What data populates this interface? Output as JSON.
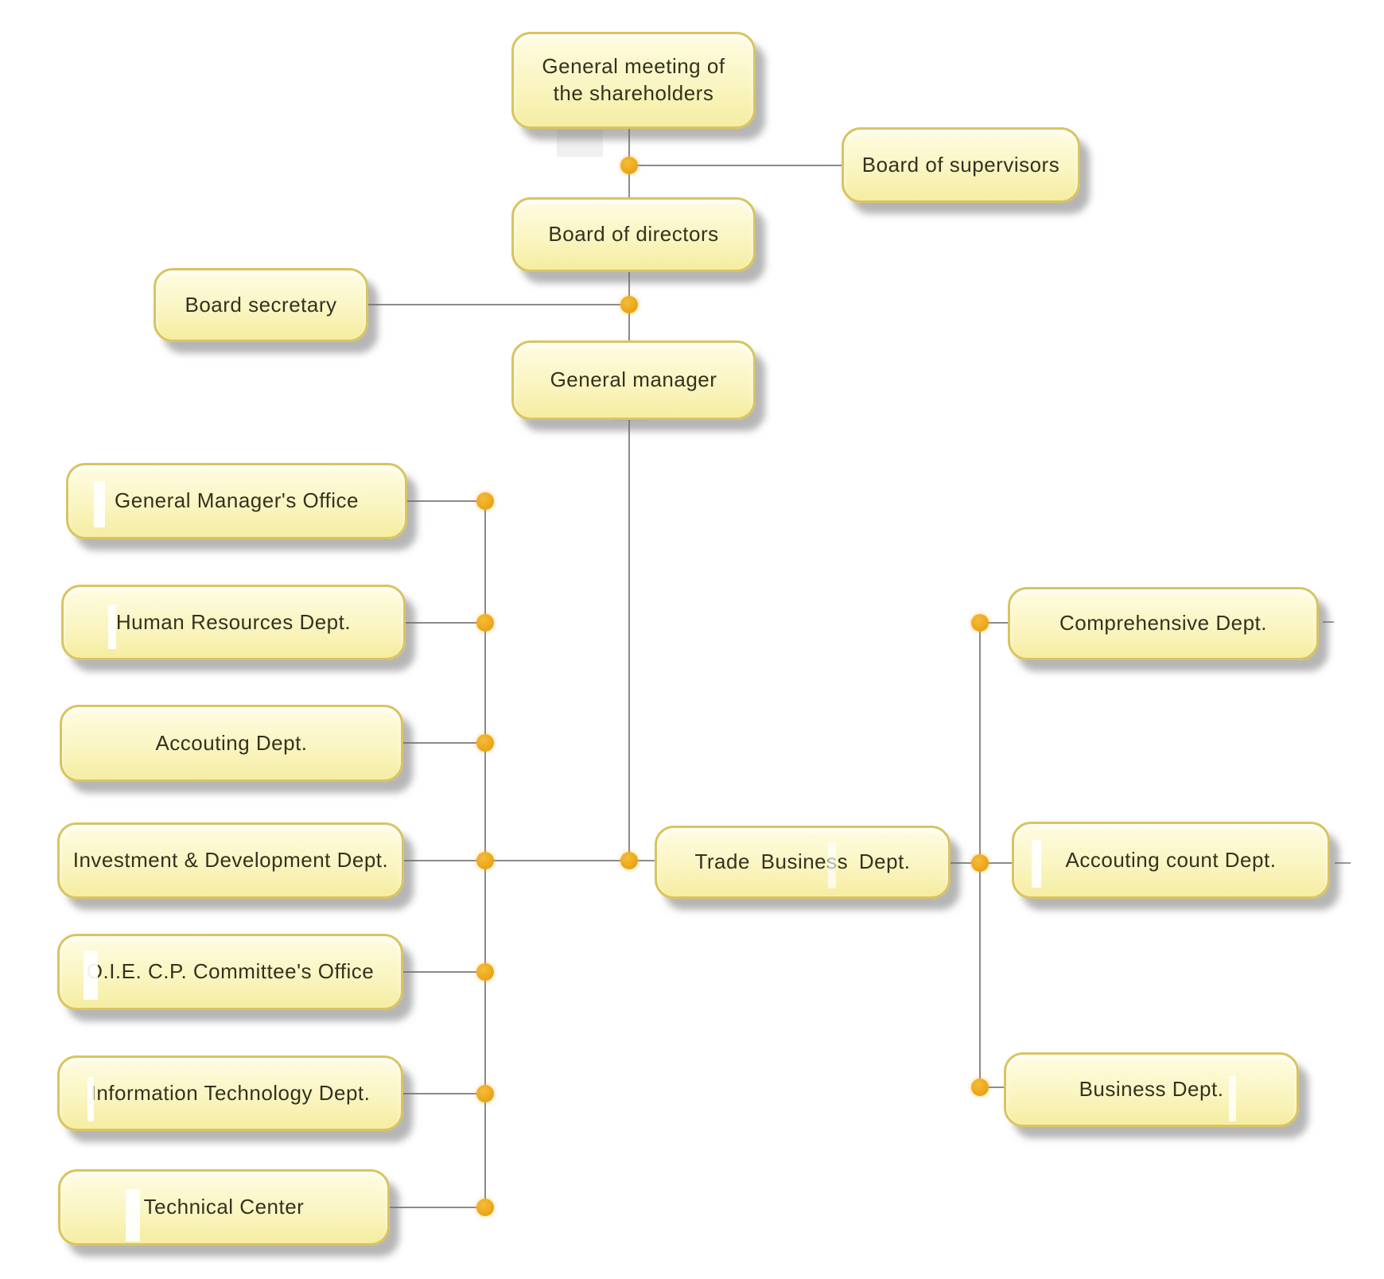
{
  "diagram": {
    "type": "org-chart",
    "title": "",
    "nodes": {
      "meeting": {
        "label": "General meeting of the shareholders"
      },
      "supervisors": {
        "label": "Board of supervisors"
      },
      "directors": {
        "label": "Board of directors"
      },
      "secretary": {
        "label": "Board secretary"
      },
      "manager": {
        "label": "General manager"
      },
      "gm_office": {
        "label": "General Manager's Office"
      },
      "hr": {
        "label": "Human Resources Dept."
      },
      "accounting": {
        "label": "Accouting Dept."
      },
      "investment": {
        "label": "Investment & Development Dept."
      },
      "oie": {
        "label": "O.I.E. C.P. Committee's Office"
      },
      "it": {
        "label": "Information Technology Dept."
      },
      "tech_center": {
        "label": "Technical Center"
      },
      "trade": {
        "label": "Trade Business Dept."
      },
      "comprehensive": {
        "label": "Comprehensive Dept."
      },
      "accounting_count": {
        "label": "Accouting count Dept."
      },
      "business": {
        "label": "Business Dept."
      }
    },
    "edges": [
      {
        "from": "meeting",
        "to": "supervisors"
      },
      {
        "from": "meeting",
        "to": "directors"
      },
      {
        "from": "directors",
        "to": "secretary"
      },
      {
        "from": "directors",
        "to": "manager"
      },
      {
        "from": "manager",
        "to": "gm_office"
      },
      {
        "from": "manager",
        "to": "hr"
      },
      {
        "from": "manager",
        "to": "accounting"
      },
      {
        "from": "manager",
        "to": "investment"
      },
      {
        "from": "manager",
        "to": "oie"
      },
      {
        "from": "manager",
        "to": "it"
      },
      {
        "from": "manager",
        "to": "tech_center"
      },
      {
        "from": "manager",
        "to": "trade"
      },
      {
        "from": "trade",
        "to": "comprehensive"
      },
      {
        "from": "trade",
        "to": "accounting_count"
      },
      {
        "from": "trade",
        "to": "business"
      }
    ],
    "colors": {
      "box_fill_top": "#fefce2",
      "box_fill_bottom": "#f5eda1",
      "box_border": "#d9c45f",
      "connector_line": "#8b8b8b",
      "junction_dot": "#eda920",
      "text": "#34321d",
      "background": "#ffffff"
    }
  }
}
